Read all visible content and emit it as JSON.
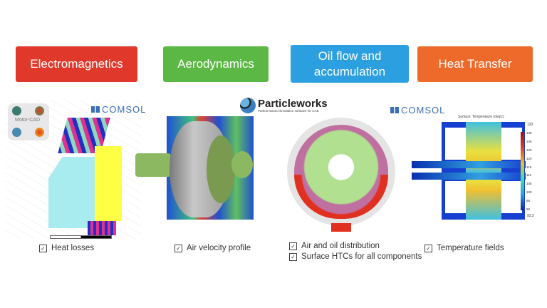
{
  "categories": [
    {
      "label": "Electromagnetics",
      "color": "#e0392b"
    },
    {
      "label": "Aerodynamics",
      "color": "#5cb845"
    },
    {
      "label": "Oil flow and accumulation",
      "color": "#2b9fe0"
    },
    {
      "label": "Heat Transfer",
      "color": "#ee6a2a"
    }
  ],
  "logos": {
    "comsol": "COMSOL",
    "particleworks": "Particleworks",
    "particleworks_tag": "Particle-based simulation software for CAE",
    "motorcad": "Motor-CAD"
  },
  "temperature_plot": {
    "title": "Surface: Temperature (degC)",
    "max": "120",
    "min": "93.2",
    "ticks": [
      "135",
      "130",
      "125",
      "120",
      "115",
      "110",
      "105",
      "100",
      "95",
      "90"
    ]
  },
  "checklists": {
    "em": [
      "Heat losses"
    ],
    "aero": [
      "Air velocity profile"
    ],
    "oil": [
      "Air and oil distribution",
      "Surface HTCs for all components"
    ],
    "heat": [
      "Temperature fields"
    ]
  }
}
